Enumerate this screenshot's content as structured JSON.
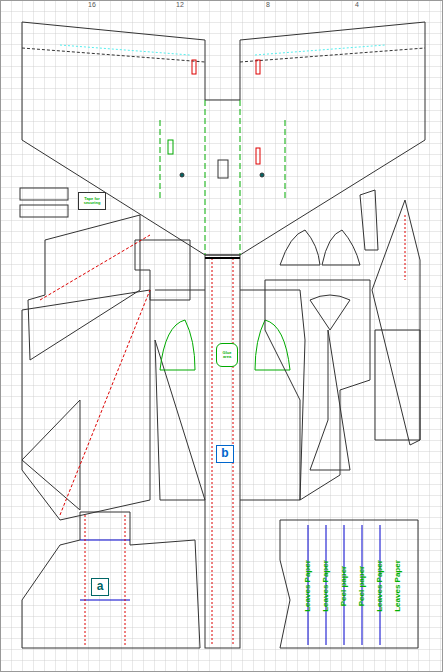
{
  "diagram": {
    "nodes": [
      {
        "text": [
          "Tape for securing"
        ]
      },
      {
        "text": [
          "Glue area"
        ]
      },
      {
        "text": [
          "b"
        ]
      },
      {
        "text": [
          "a"
        ]
      }
    ],
    "labels": [
      "16",
      "12",
      "8",
      "4",
      "Leaves Paper",
      "Leaves Paper",
      "Peel paper",
      "Peel paper",
      "Leaves Paper",
      "Leaves Paper"
    ]
  }
}
